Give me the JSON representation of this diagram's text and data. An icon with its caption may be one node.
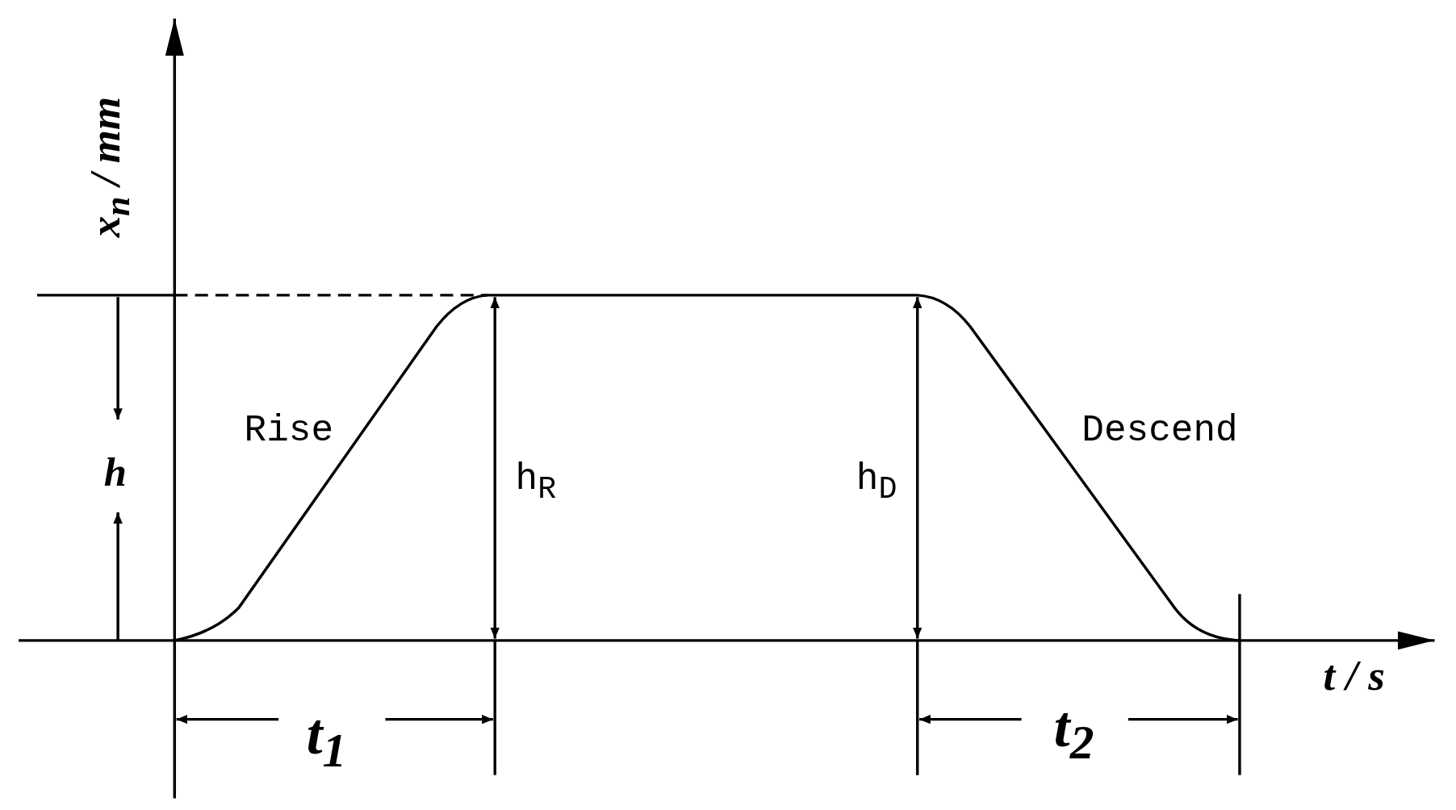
{
  "diagram": {
    "labels": [
      "x$_{n}$ / mm",
      "h",
      "Rise",
      "h$_{R}$",
      "h$_{D}$",
      "Descend",
      "t / s",
      "t$_{1}$",
      "t$_{2}$"
    ]
  }
}
